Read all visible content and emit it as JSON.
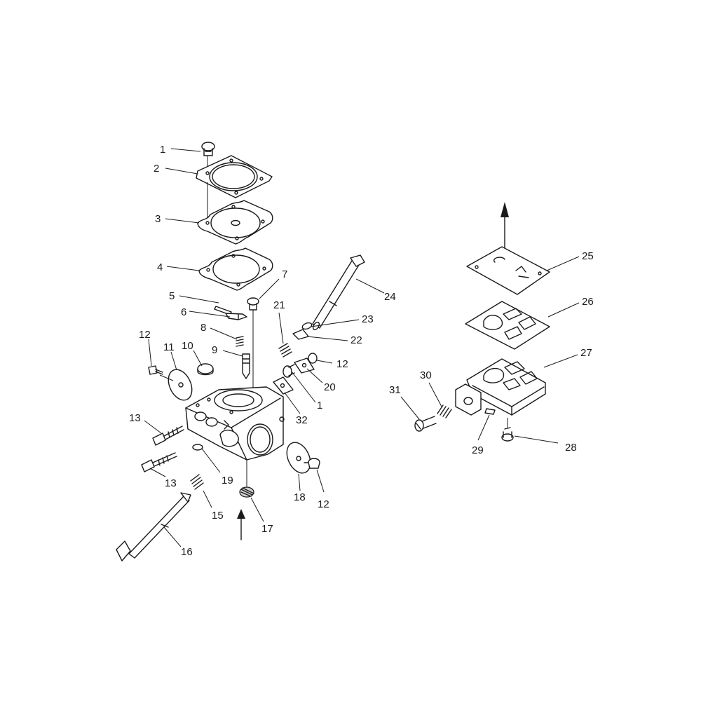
{
  "callouts": {
    "c1a": "1",
    "c2": "2",
    "c3": "3",
    "c4": "4",
    "c5": "5",
    "c6": "6",
    "c7": "7",
    "c8": "8",
    "c9": "9",
    "c10": "10",
    "c11": "11",
    "c12a": "12",
    "c21": "21",
    "c23": "23",
    "c22": "22",
    "c12b": "12",
    "c24": "24",
    "c20": "20",
    "c1b": "1",
    "c32": "32",
    "c13a": "13",
    "c13b": "13",
    "c19": "19",
    "c15": "15",
    "c16": "16",
    "c17": "17",
    "c18": "18",
    "c12c": "12",
    "c25": "25",
    "c26": "26",
    "c27": "27",
    "c30": "30",
    "c31": "31",
    "c29": "29",
    "c28": "28"
  }
}
